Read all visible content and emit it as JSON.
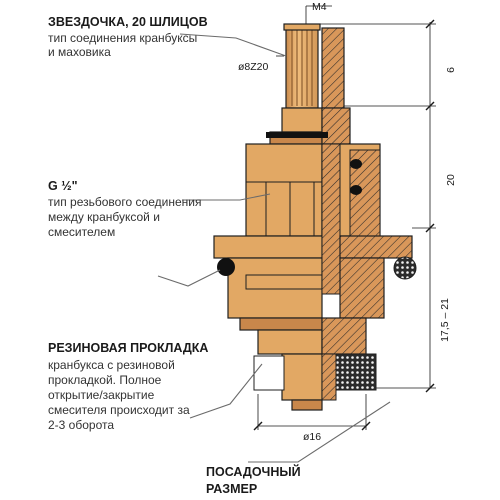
{
  "annotations": {
    "spline": {
      "title": "ЗВЕЗДОЧКА, 20 ШЛИЦОВ",
      "desc": [
        "тип соединения кранбуксы",
        "и маховика"
      ]
    },
    "thread": {
      "title": "G ½\"",
      "desc": [
        "тип резьбового соединения",
        "между кранбуксой и",
        "смесителем"
      ]
    },
    "gasket": {
      "title": "РЕЗИНОВАЯ ПРОКЛАДКА",
      "desc": [
        "кранбукса с резиновой",
        "прокладкой. Полное",
        "открытие/закрытие",
        "смесителя происходит за",
        "2-3 оборота"
      ]
    },
    "seat": {
      "title": [
        "ПОСАДОЧНЫЙ",
        "РАЗМЕР"
      ]
    }
  },
  "dimensions": {
    "top_thread": "M4",
    "spline_diameter": "ø8Z20",
    "height_top": "6",
    "height_mid": "20",
    "height_bottom": "17,5 – 21",
    "base_diameter": "ø16"
  },
  "colors": {
    "brass": "#e2a864",
    "brass_dark": "#c9874b",
    "outline": "#1f1f1f",
    "leader": "#6b6b6b"
  }
}
